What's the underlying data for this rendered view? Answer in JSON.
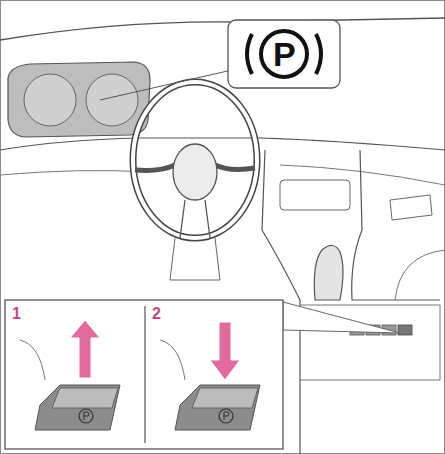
{
  "diagram": {
    "labels": [
      "P",
      "1",
      "2"
    ]
  }
}
